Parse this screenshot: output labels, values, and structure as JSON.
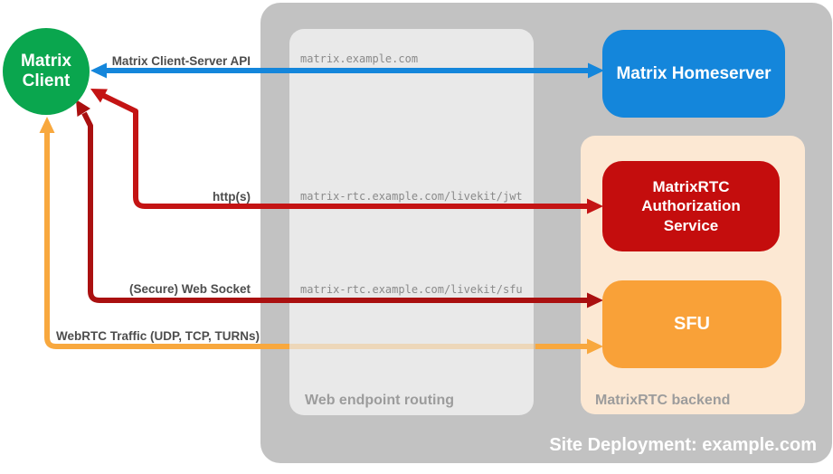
{
  "title": "MatrixRTC site deployment diagram",
  "client": {
    "label": "Matrix\nClient"
  },
  "containers": {
    "site": {
      "caption": "Site Deployment: example.com",
      "bg": "#c2c2c2"
    },
    "routing": {
      "caption": "Web endpoint routing",
      "bg": "#e9e9e9"
    },
    "backend": {
      "caption": "MatrixRTC backend",
      "bg": "#fce8d3"
    }
  },
  "nodes": {
    "homeserver": {
      "label": "Matrix Homeserver",
      "bg": "#1486db"
    },
    "auth": {
      "label": "MatrixRTC\nAuthorization\nService",
      "bg": "#c40d0d"
    },
    "sfu": {
      "label": "SFU",
      "bg": "#f9a138"
    }
  },
  "connections": [
    {
      "id": "client-server-api",
      "label": "Matrix Client-Server API",
      "endpoint": "matrix.example.com",
      "color": "#1486db",
      "from": "Matrix Client",
      "to": "Matrix Homeserver",
      "direction": "bidirectional"
    },
    {
      "id": "http",
      "label": "http(s)",
      "endpoint": "matrix-rtc.example.com/livekit/jwt",
      "color": "#c41414",
      "from": "Matrix Client",
      "to": "MatrixRTC Authorization Service",
      "direction": "bidirectional"
    },
    {
      "id": "websocket",
      "label": "(Secure) Web Socket",
      "endpoint": "matrix-rtc.example.com/livekit/sfu",
      "color": "#aa1010",
      "from": "Matrix Client",
      "to": "SFU",
      "direction": "bidirectional"
    },
    {
      "id": "webrtc",
      "label": "WebRTC Traffic (UDP, TCP, TURNs)",
      "endpoint": "",
      "color": "#f8a83e",
      "from": "Matrix Client",
      "to": "SFU",
      "direction": "bidirectional",
      "note": "bypasses web endpoint routing (faded segment)"
    }
  ],
  "colors": {
    "client_green": "#0aa64e",
    "homeserver_blue": "#1486db",
    "auth_red": "#c40d0d",
    "sfu_orange": "#f9a138",
    "webrtc_arrow_orange": "#f8a83e",
    "http_arrow_red": "#c41414",
    "websocket_arrow_red": "#aa1010",
    "site_container_gray": "#c2c2c2",
    "routing_container_gray": "#e9e9e9",
    "backend_container_peach": "#fce8d3",
    "arrow_label_gray": "#4d4d4d",
    "endpoint_url_gray": "#8a8a8a",
    "container_caption_gray": "#9c9c9c",
    "site_caption_white": "#ffffff"
  }
}
